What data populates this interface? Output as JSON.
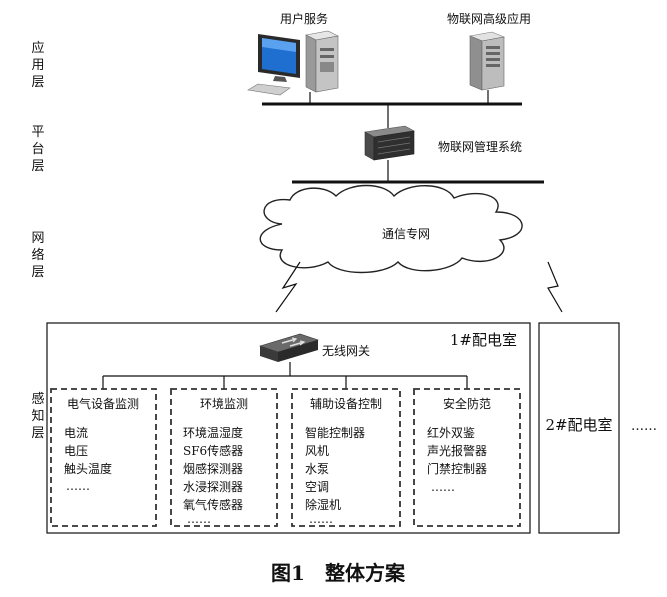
{
  "layers": {
    "app": [
      "应",
      "用",
      "层"
    ],
    "platform": [
      "平",
      "台",
      "层"
    ],
    "network": [
      "网",
      "络",
      "层"
    ],
    "sensing": [
      "感",
      "知",
      "层"
    ]
  },
  "nodes": {
    "user_service": "用户服务",
    "iot_app": "物联网高级应用",
    "iot_mgmt": "物联网管理系统",
    "network": "通信专网",
    "gateway": "无线网关",
    "room1": "1#配电室",
    "room2": "2#配电室",
    "more": "……"
  },
  "groups": [
    {
      "title": "电气设备监测",
      "items": [
        "电流",
        "电压",
        "触头温度",
        "……"
      ]
    },
    {
      "title": "环境监测",
      "items": [
        "环境温湿度",
        "SF6传感器",
        "烟感探测器",
        "水浸探测器",
        "氧气传感器",
        "……"
      ]
    },
    {
      "title": "辅助设备控制",
      "items": [
        "智能控制器",
        "风机",
        "水泵",
        "空调",
        "除湿机",
        "……"
      ]
    },
    {
      "title": "安全防范",
      "items": [
        "红外双鉴",
        "声光报警器",
        "门禁控制器",
        "……"
      ]
    }
  ],
  "caption": "图1　整体方案"
}
